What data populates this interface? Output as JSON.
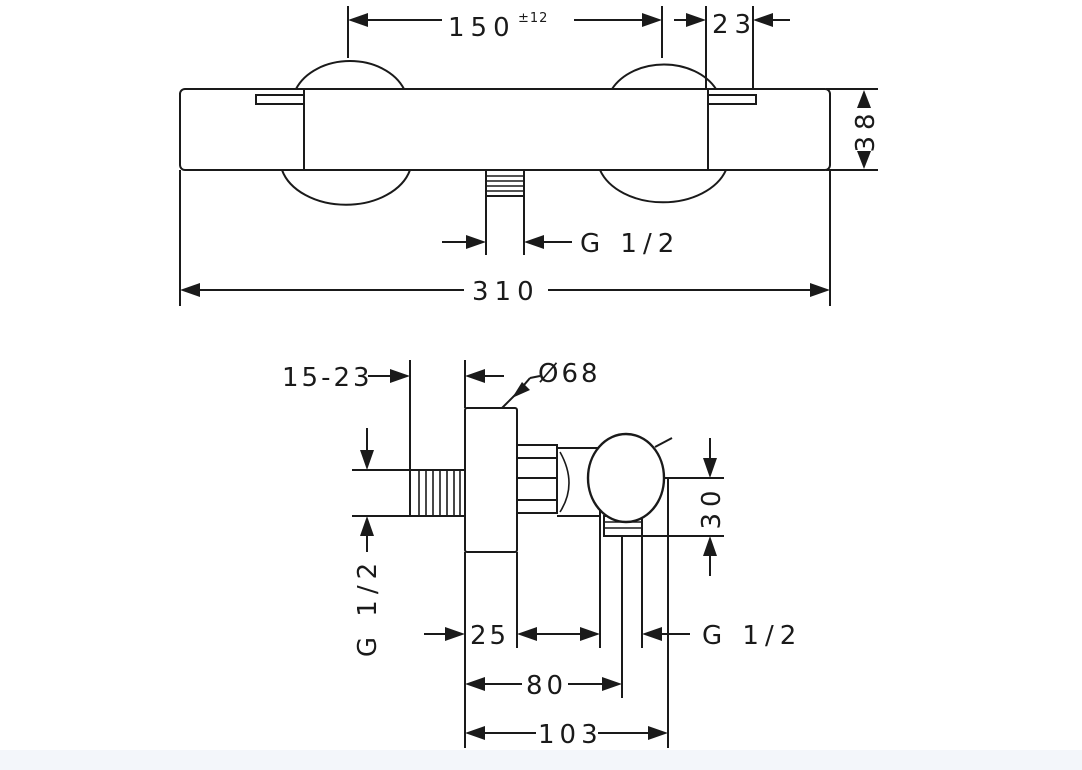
{
  "top_view": {
    "spacing": "150",
    "spacing_tolerance": "±12",
    "offset": "23",
    "height": "38",
    "outlet_thread": "G 1/2",
    "total_length": "310"
  },
  "side_view": {
    "projection": "15-23",
    "diameter": "Ø68",
    "inlet_thread": "G 1/2",
    "body_depth": "25",
    "outlet_thread": "G 1/2",
    "outlet_height": "30",
    "handle_depth": "80",
    "total_depth": "103"
  },
  "colors": {
    "line": "#1a1a1a",
    "background": "#ffffff",
    "footer": "#f3f6fa"
  }
}
